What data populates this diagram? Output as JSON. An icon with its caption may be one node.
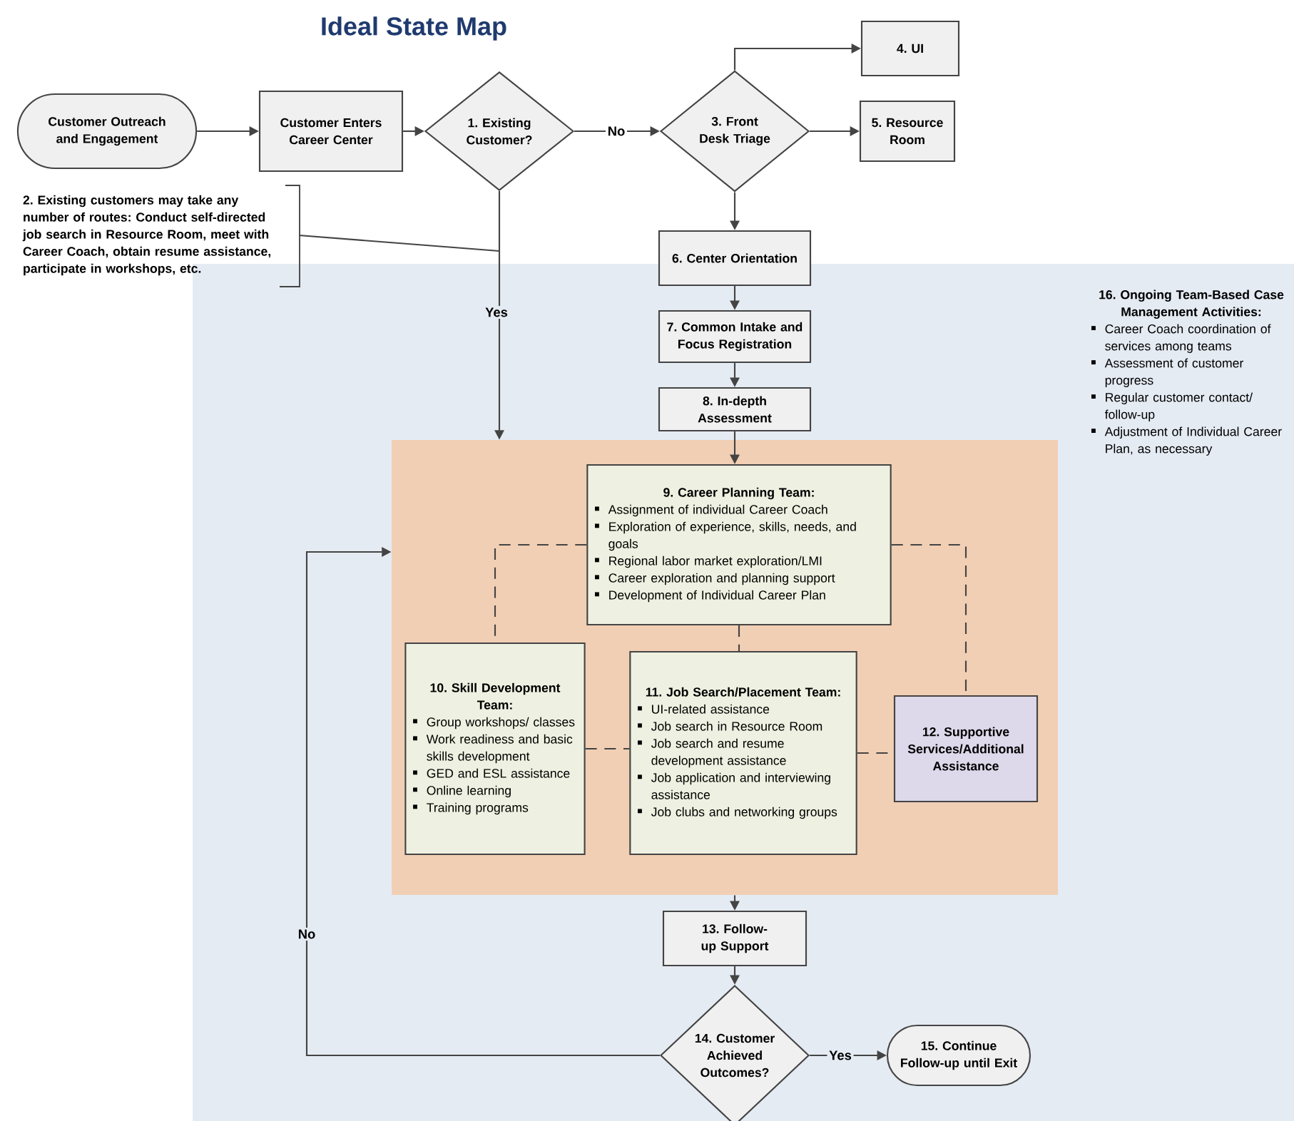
{
  "diagram": {
    "title": "Ideal State Map",
    "nodes": [
      {
        "text": [
          "Customer Outreach and Engagement"
        ]
      },
      {
        "text": [
          "Customer Enters Career Center"
        ]
      },
      {
        "text": [
          "1. Existing Customer?"
        ]
      },
      {
        "text": [
          "3. Front Desk Triage"
        ]
      },
      {
        "text": [
          "4. UI"
        ]
      },
      {
        "text": [
          "5. Resource Room"
        ]
      },
      {
        "text": [
          "2. Existing customers may take any number of routes: Conduct self-directed job search in Resource Room, meet with Career Coach, obtain resume assistance, participate in workshops, etc."
        ]
      },
      {
        "text": [
          "6. Center Orientation"
        ]
      },
      {
        "text": [
          "7. Common Intake and Focus Registration"
        ]
      },
      {
        "text": [
          "8. In-depth Assessment"
        ]
      },
      {
        "text": [],
        "shape": "box"
      },
      {
        "text": [
          "9. Career Planning Team:",
          "Assignment of individual Career Coach",
          "Exploration of experience, skills, needs, and goals",
          "Regional labor market exploration/LMI",
          "Career exploration and planning support",
          "Development of Individual Career Plan"
        ],
        "in": 10
      },
      {
        "text": [
          "10. Skill Development Team:",
          "Group workshops/ classes",
          "Work readiness and basic skills development",
          "GED and ESL assistance",
          "Online learning",
          "Training programs"
        ],
        "in": 10
      },
      {
        "text": [
          "11. Job Search/Placement Team:",
          "UI-related assistance",
          "Job search in Resource Room",
          "Job search and resume development assistance",
          "Job application and interviewing assistance",
          "Job clubs and networking groups"
        ],
        "in": 10
      },
      {
        "text": [
          "12. Supportive Services/Additional Assistance"
        ],
        "in": 10
      },
      {
        "text": [
          "13. Follow-up Support"
        ]
      },
      {
        "text": [
          "14. Customer Achieved Outcomes?"
        ]
      },
      {
        "text": [
          "15. Continue Follow-up until Exit"
        ]
      }
    ],
    "edges": [
      {
        "from": 0,
        "to": 1,
        "arrow": "to"
      },
      {
        "from": 1,
        "to": 2,
        "arrow": "to"
      },
      {
        "from": 2,
        "to": 3,
        "arrow": "to",
        "label": "No"
      },
      {
        "from": 3,
        "to": 4,
        "arrow": "to"
      },
      {
        "from": 3,
        "to": 5,
        "arrow": "to"
      },
      {
        "from": 3,
        "to": 7,
        "arrow": "to"
      },
      {
        "from": 2,
        "to": 10,
        "arrow": "to",
        "label": "Yes"
      },
      {
        "from": 6,
        "to": null,
        "arrow": "none"
      },
      {
        "from": 7,
        "to": 8,
        "arrow": "to"
      },
      {
        "from": 8,
        "to": 9,
        "arrow": "to"
      },
      {
        "from": 9,
        "to": 11,
        "arrow": "to"
      },
      {
        "from": 11,
        "to": 12,
        "arrow": "none",
        "style": "dashed"
      },
      {
        "from": 11,
        "to": 13,
        "arrow": "none",
        "style": "dashed"
      },
      {
        "from": 11,
        "to": 14,
        "arrow": "none",
        "style": "dashed"
      },
      {
        "from": 12,
        "to": 13,
        "arrow": "none",
        "style": "dashed"
      },
      {
        "from": 13,
        "to": 14,
        "arrow": "none",
        "style": "dashed"
      },
      {
        "from": 10,
        "to": 15,
        "arrow": "to"
      },
      {
        "from": 15,
        "to": 16,
        "arrow": "to"
      },
      {
        "from": 16,
        "to": 17,
        "arrow": "to",
        "label": "Yes"
      },
      {
        "from": 16,
        "to": 10,
        "arrow": "to",
        "label": "No"
      }
    ],
    "labels": [
      "16. Ongoing Team-Based Case Management Activities:",
      "Career Coach coordination of services among teams",
      "Assessment of customer progress",
      "Regular customer contact/ follow-up",
      "Adjustment of Individual Career Plan, as necessary"
    ]
  }
}
